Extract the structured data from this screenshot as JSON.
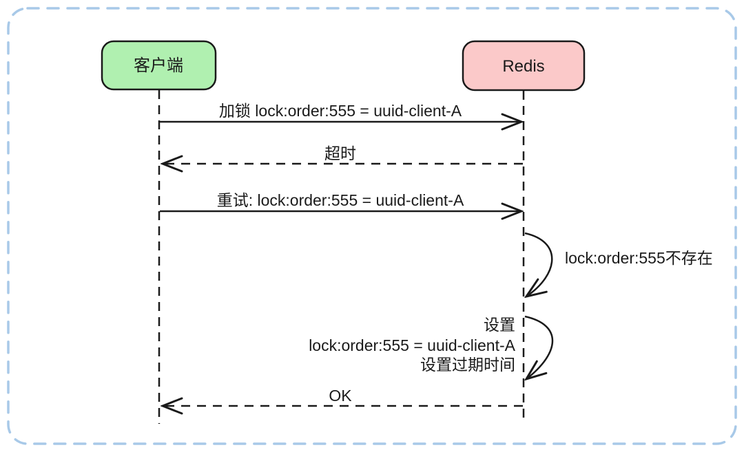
{
  "diagram": {
    "type": "sequence-diagram",
    "frame_border_color": "#a8c9e8",
    "line_color": "#1a1a1a",
    "actors": [
      {
        "id": "client",
        "label": "客户端",
        "fill": "#b0f0b0"
      },
      {
        "id": "redis",
        "label": "Redis",
        "fill": "#fbc9c9"
      }
    ],
    "messages": [
      {
        "seq": 1,
        "from": "客户端",
        "to": "Redis",
        "line": "solid",
        "label": "加锁 lock:order:555 = uuid-client-A"
      },
      {
        "seq": 2,
        "from": "Redis",
        "to": "客户端",
        "line": "dashed",
        "label": "超时"
      },
      {
        "seq": 3,
        "from": "客户端",
        "to": "Redis",
        "line": "solid",
        "label": "重试: lock:order:555 = uuid-client-A"
      },
      {
        "seq": 4,
        "from": "Redis",
        "to": "Redis",
        "line": "self-loop",
        "label": "lock:order:555不存在"
      },
      {
        "seq": 5,
        "from": "Redis",
        "to": "Redis",
        "line": "self-loop",
        "label_line1": "设置",
        "label_line2": "lock:order:555 = uuid-client-A",
        "label_line3": "设置过期时间"
      },
      {
        "seq": 6,
        "from": "Redis",
        "to": "客户端",
        "line": "dashed",
        "label": "OK"
      }
    ]
  }
}
